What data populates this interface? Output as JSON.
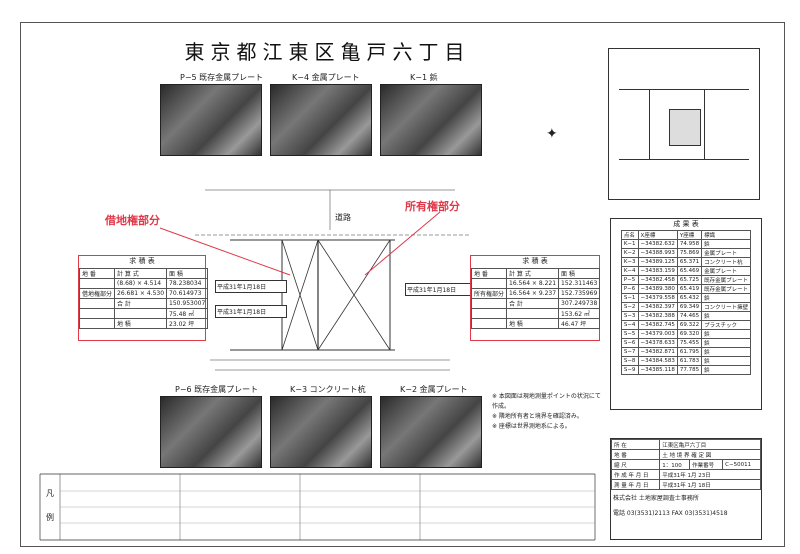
{
  "title": "東京都江東区亀戸六丁目",
  "photos_top": [
    {
      "caption": "P−5 既存金属プレート"
    },
    {
      "caption": "K−4 金属プレート"
    },
    {
      "caption": "K−1 鋲"
    }
  ],
  "photos_bottom": [
    {
      "caption": "P−6 既存金属プレート"
    },
    {
      "caption": "K−3 コンクリート杭"
    },
    {
      "caption": "K−2 金属プレート"
    }
  ],
  "labels": {
    "leasehold": "借地権部分",
    "ownership": "所有権部分",
    "road": "道路",
    "left_table_title": "求 積 表",
    "right_table_title": "求 積 表",
    "coords_title": "成 果 表",
    "note_date_1": "平成31年1月18日",
    "note_date_2": "平成31年1月18日",
    "note_date_3": "平成31年1月18日"
  },
  "left_table": {
    "headers": [
      "地 番",
      "計 算 式",
      "面 積"
    ],
    "rows": [
      [
        "",
        "(8.68) × 4.514",
        "78.238034"
      ],
      [
        "借地権部分",
        "26.681 × 4.530",
        "70.614973"
      ],
      [
        "",
        "合 計",
        "150.953007"
      ],
      [
        "",
        "",
        "75.48 ㎡"
      ],
      [
        "",
        "地 積",
        "23.02 坪"
      ]
    ]
  },
  "right_table": {
    "headers": [
      "地 番",
      "計 算 式",
      "面 積"
    ],
    "rows": [
      [
        "",
        "16.564 × 8.221",
        "152.311463"
      ],
      [
        "所有権部分",
        "16.564 × 9.237",
        "152.735969"
      ],
      [
        "",
        "合 計",
        "307.249738"
      ],
      [
        "",
        "",
        "153.62 ㎡"
      ],
      [
        "",
        "地 積",
        "46.47 坪"
      ]
    ]
  },
  "coords": {
    "headers": [
      "点名",
      "X座標",
      "Y座標",
      "標識"
    ],
    "rows": [
      [
        "K−1",
        "−34382.632",
        "74.958",
        "鋲"
      ],
      [
        "K−2",
        "−34388.993",
        "75.869",
        "金属プレート"
      ],
      [
        "K−3",
        "−34389.125",
        "65.371",
        "コンクリート杭"
      ],
      [
        "K−4",
        "−34383.159",
        "65.469",
        "金属プレート"
      ],
      [
        "P−5",
        "−34382.458",
        "65.725",
        "既存金属プレート"
      ],
      [
        "P−6",
        "−34389.380",
        "65.419",
        "既存金属プレート"
      ],
      [
        "S−1",
        "−34379.558",
        "65.432",
        "鋲"
      ],
      [
        "S−2",
        "−34382.397",
        "69.349",
        "コンクリート擁壁"
      ],
      [
        "S−3",
        "−34382.388",
        "74.465",
        "鋲"
      ],
      [
        "S−4",
        "−34382.745",
        "69.322",
        "プラスチック"
      ],
      [
        "S−5",
        "−34379.003",
        "69.320",
        "鋲"
      ],
      [
        "S−6",
        "−34378.633",
        "75.455",
        "鋲"
      ],
      [
        "S−7",
        "−34382.871",
        "61.795",
        "鋲"
      ],
      [
        "S−8",
        "−34384.583",
        "61.783",
        "鋲"
      ],
      [
        "S−9",
        "−34385.118",
        "77.785",
        "鋲"
      ]
    ]
  },
  "titleblock": {
    "rows": [
      [
        "所 在",
        "江東区亀戸六丁目"
      ],
      [
        "地 番",
        "土 地 境 界 確 定 図"
      ],
      [
        "縮 尺",
        "1：100",
        "作業番号",
        "C−50011"
      ],
      [
        "作 成 年 月 日",
        "平成31年 1月 23日"
      ],
      [
        "測 量 年 月 日",
        "平成31年 1月 18日"
      ]
    ],
    "company": "株式会社 土地家屋調査士事務所",
    "phone": "電話 03(3531)2113  FAX 03(3531)4518"
  },
  "notes": [
    "※ 本図面は現地測量ポイントの状況にて作成。",
    "※ 隣地所有者と境界を確認済み。",
    "※ 座標は世界測地系による。"
  ],
  "legend_row_1": "凡",
  "legend_row_2": "例",
  "colors": {
    "red": "#e0394a"
  }
}
